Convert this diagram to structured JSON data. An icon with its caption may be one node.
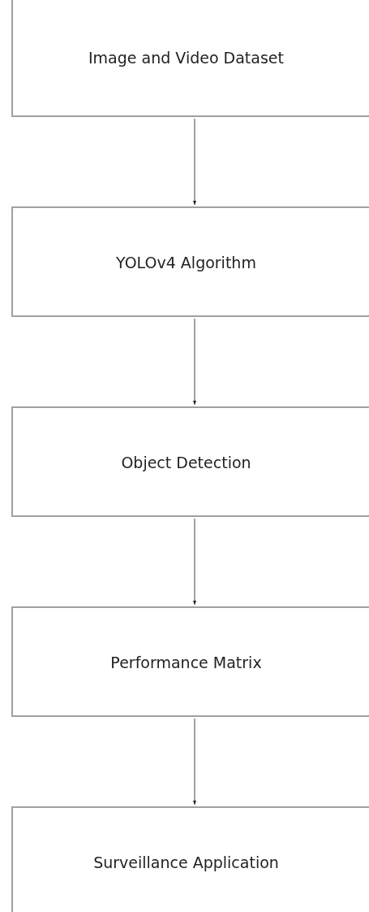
{
  "diagram": {
    "nodes": [
      {
        "text": [
          "Image and Video Dataset"
        ]
      },
      {
        "text": [
          "YOLOv4 Algorithm"
        ]
      },
      {
        "text": [
          "Object Detection"
        ]
      },
      {
        "text": [
          "Performance Matrix"
        ]
      },
      {
        "text": [
          "Surveillance Application"
        ]
      }
    ],
    "edges": [
      {
        "from": 0,
        "to": 1,
        "arrow": "to"
      },
      {
        "from": 1,
        "to": 2,
        "arrow": "to"
      },
      {
        "from": 2,
        "to": 3,
        "arrow": "to"
      },
      {
        "from": 3,
        "to": 4,
        "arrow": "to"
      }
    ]
  }
}
